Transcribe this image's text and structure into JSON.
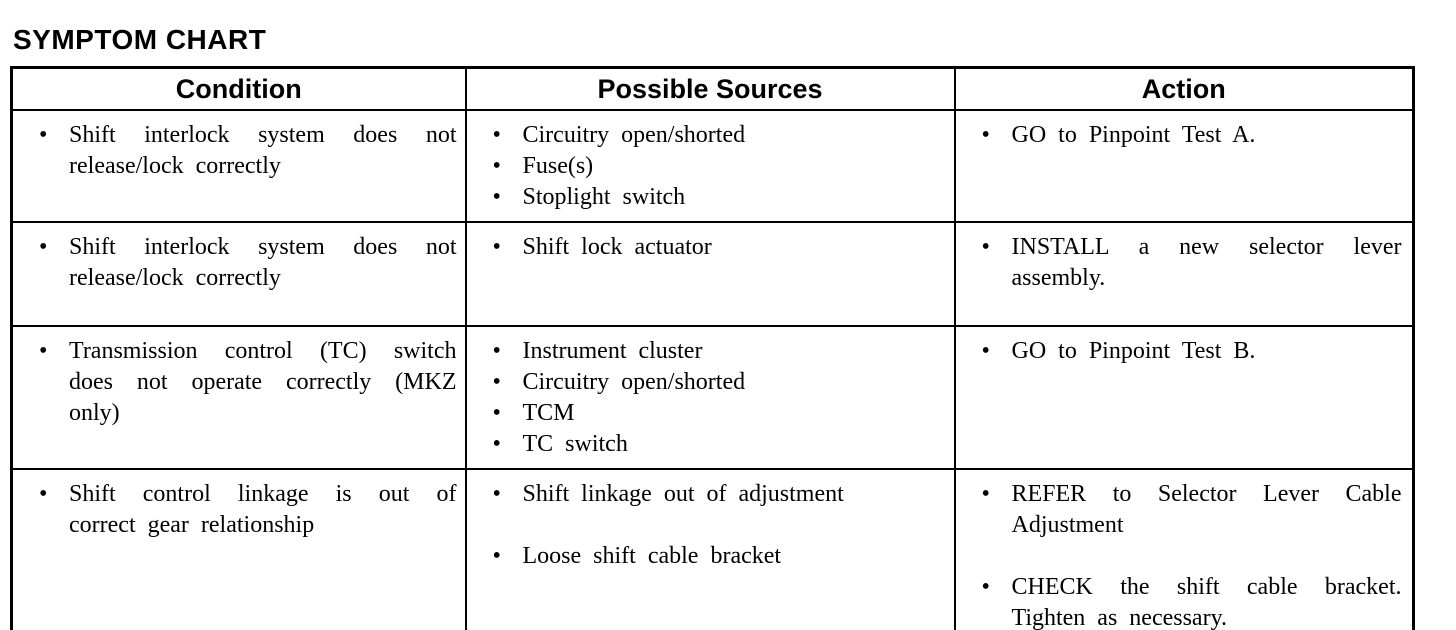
{
  "page": {
    "title": "SYMPTOM CHART"
  },
  "table": {
    "headers": [
      "Condition",
      "Possible Sources",
      "Action"
    ],
    "rows": [
      {
        "condition": [
          "Shift interlock system does not release/lock correctly"
        ],
        "sources": [
          "Circuitry open/shorted",
          "Fuse(s)",
          "Stoplight switch"
        ],
        "actions": [
          "GO to Pinpoint Test A."
        ]
      },
      {
        "condition": [
          "Shift interlock system does not release/lock correctly"
        ],
        "sources": [
          "Shift lock actuator"
        ],
        "actions": [
          "INSTALL a new selector lever assembly."
        ]
      },
      {
        "condition": [
          "Transmission control (TC) switch does not operate correctly (MKZ only)"
        ],
        "sources": [
          "Instrument cluster",
          "Circuitry open/shorted",
          "TCM",
          "TC switch"
        ],
        "actions": [
          "GO to Pinpoint Test B."
        ]
      },
      {
        "condition": [
          "Shift control linkage is out of correct gear relationship"
        ],
        "sources": [
          "Shift linkage out of adjustment",
          "Loose shift cable bracket"
        ],
        "actions": [
          "REFER to Selector Lever Cable Adjustment",
          "CHECK the shift cable bracket. Tighten as necessary."
        ]
      }
    ]
  },
  "colors": {
    "ink": "#000000",
    "paper": "#ffffff"
  }
}
